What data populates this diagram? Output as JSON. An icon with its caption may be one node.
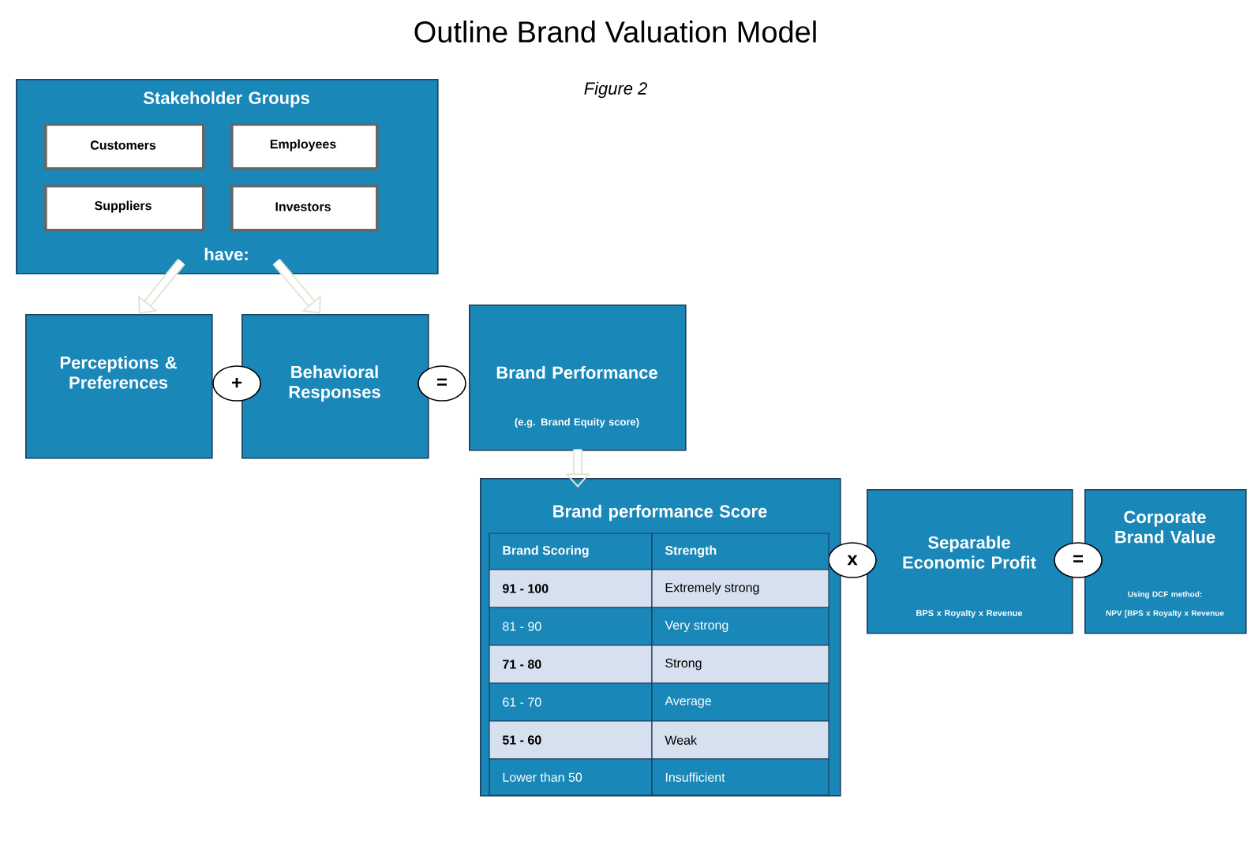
{
  "diagram": {
    "title": "Outline Brand Valuation Model",
    "nodes": [
      {
        "text": [
          "Stakeholder Groups",
          "have:"
        ]
      },
      {
        "text": [
          "Customers"
        ],
        "in": 0
      },
      {
        "text": [
          "Employees"
        ],
        "in": 0
      },
      {
        "text": [
          "Suppliers"
        ],
        "in": 0
      },
      {
        "text": [
          "Investors"
        ],
        "in": 0
      },
      {
        "text": [
          "Perceptions & Preferences"
        ]
      },
      {
        "text": [
          "+"
        ]
      },
      {
        "text": [
          "Behavioral Responses"
        ]
      },
      {
        "text": [
          "="
        ]
      },
      {
        "text": [
          "Brand Performance",
          "(e.g. Brand Equity score)"
        ]
      },
      {
        "text": [
          "Brand performance Score"
        ]
      },
      {
        "text": [
          "x"
        ]
      },
      {
        "text": [
          "Separable Economic Profit",
          "BPS x Royalty x Revenue"
        ]
      },
      {
        "text": [
          "="
        ]
      },
      {
        "text": [
          "Corporate Brand Value",
          "Using DCF method:",
          "NPV [BPS x Royalty x Revenue"
        ]
      }
    ],
    "edges": [
      {
        "from": 0,
        "to": 5,
        "arrow": "to"
      },
      {
        "from": 0,
        "to": 7,
        "arrow": "to"
      },
      {
        "from": 9,
        "to": 10,
        "arrow": "to"
      }
    ],
    "labels": [
      "Figure 2",
      "Brand Scoring",
      "Strength",
      "91 - 100",
      "Extremely strong",
      "81 - 90",
      "Very strong",
      "71 - 80",
      "Strong",
      "61 - 70",
      "Average",
      "51 - 60",
      "Weak",
      "Lower than 50",
      "Insufficient"
    ]
  }
}
